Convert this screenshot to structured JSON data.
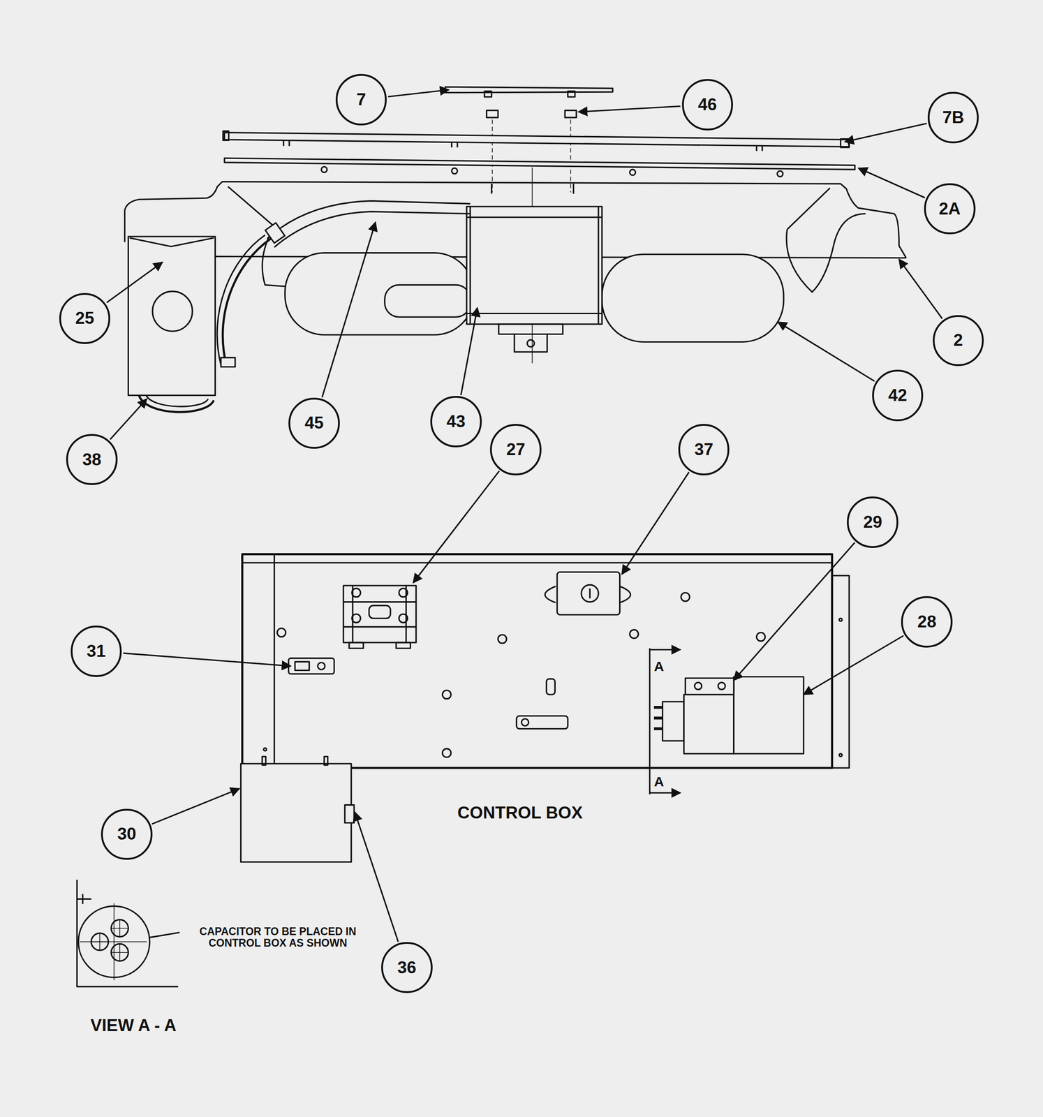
{
  "diagram": {
    "nodes": [
      {
        "text": [
          "7"
        ]
      },
      {
        "text": [
          "46"
        ]
      },
      {
        "text": [
          "7B"
        ]
      },
      {
        "text": [
          "2A"
        ]
      },
      {
        "text": [
          "25"
        ]
      },
      {
        "text": [
          "2"
        ]
      },
      {
        "text": [
          "42"
        ]
      },
      {
        "text": [
          "43"
        ]
      },
      {
        "text": [
          "45"
        ]
      },
      {
        "text": [
          "38"
        ]
      },
      {
        "text": [
          "27"
        ]
      },
      {
        "text": [
          "37"
        ]
      },
      {
        "text": [
          "29"
        ]
      },
      {
        "text": [
          "28"
        ]
      },
      {
        "text": [
          "31"
        ]
      },
      {
        "text": [
          "30"
        ]
      },
      {
        "text": [
          "36"
        ]
      }
    ],
    "labels": [
      "A",
      "A",
      "CONTROL BOX",
      "CAPACITOR TO BE PLACED IN CONTROL BOX AS SHOWN",
      "VIEW A - A"
    ]
  }
}
